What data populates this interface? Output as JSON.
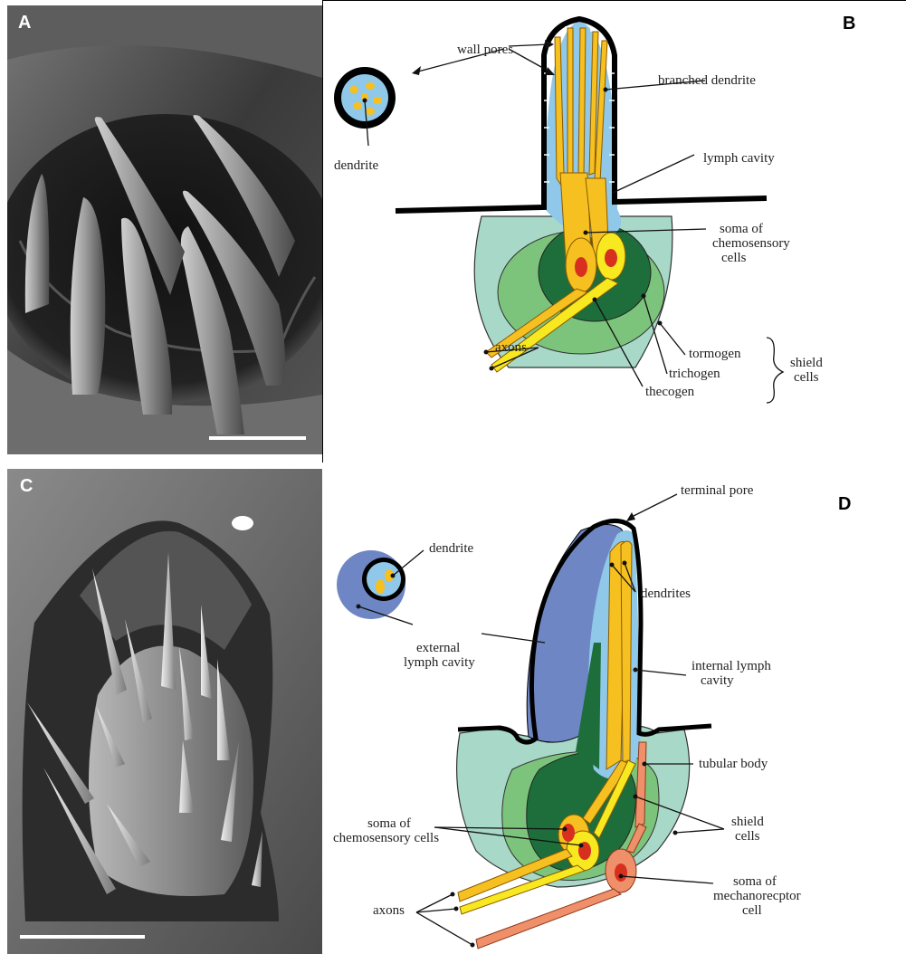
{
  "panels": {
    "A": {
      "letter": "A"
    },
    "B": {
      "letter": "B",
      "labels": {
        "wall_pores": "wall pores",
        "branched_dendrite": "branched dendrite",
        "dendrite": "dendrite",
        "lymph_cavity": "lymph cavity",
        "soma1": "soma of",
        "soma2": "chemosensory",
        "soma3": "cells",
        "axons": "axons",
        "tormogen": "tormogen",
        "trichogen": "trichogen",
        "thecogen": "thecogen",
        "shield1": "shield",
        "shield2": "cells"
      }
    },
    "C": {
      "letter": "C"
    },
    "D": {
      "letter": "D",
      "labels": {
        "terminal_pore": "terminal pore",
        "dendrite": "dendrite",
        "dendrites": "dendrites",
        "external1": "external",
        "external2": "lymph cavity",
        "internal1": "internal lymph",
        "internal2": "cavity",
        "tubular_body": "tubular body",
        "shield1": "shield",
        "shield2": "cells",
        "soma_chemo1": "soma of",
        "soma_chemo2": "chemosensory cells",
        "soma_mech1": "soma of",
        "soma_mech2": "mechanorecptor",
        "soma_mech3": "cell",
        "axons": "axons"
      }
    }
  },
  "colors": {
    "tormogen": "#a8d8c8",
    "trichogen": "#7cc47c",
    "thecogen": "#1e6e3c",
    "lymph": "#8fc8e8",
    "ext_lymph": "#6f86c4",
    "dendrite": "#f6c020",
    "axon": "#f8e820",
    "nucleus": "#d8301e",
    "mechano": "#f0906a",
    "cuticle": "#000000"
  }
}
